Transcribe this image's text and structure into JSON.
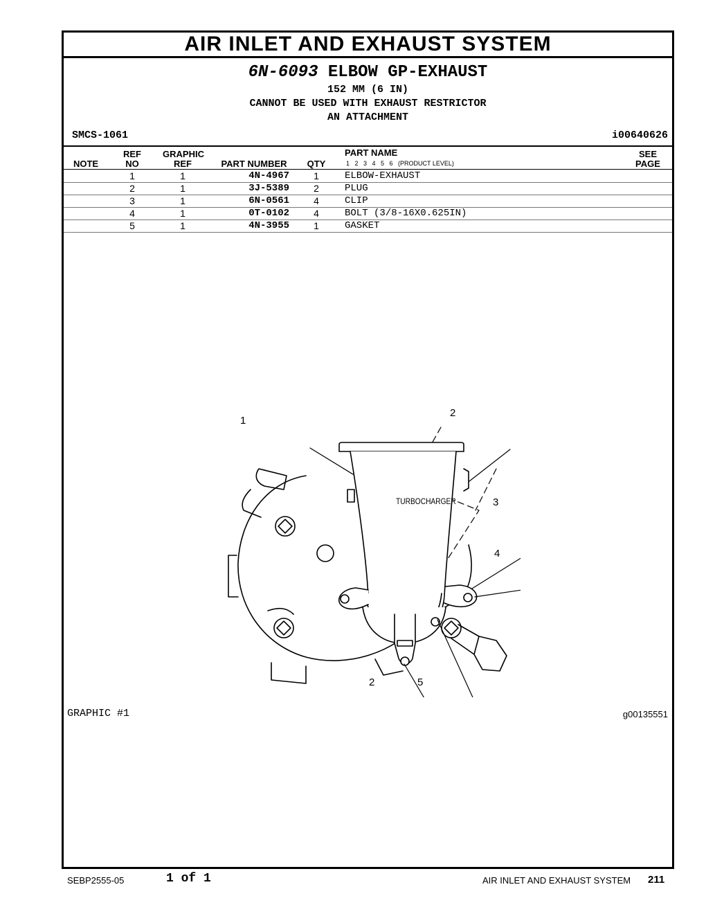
{
  "page_title": "AIR INLET AND EXHAUST SYSTEM",
  "group": {
    "part_number": "6N-6093",
    "name": "ELBOW GP-EXHAUST",
    "lines": [
      "152 MM (6 IN)",
      "CANNOT BE USED WITH EXHAUST RESTRICTOR",
      "AN ATTACHMENT"
    ]
  },
  "smcs": "SMCS-1061",
  "illustration_id": "i00640626",
  "table": {
    "headers": {
      "note": "NOTE",
      "ref_no_1": "REF",
      "ref_no_2": "NO",
      "graphic_ref_1": "GRAPHIC",
      "graphic_ref_2": "REF",
      "part_number": "PART NUMBER",
      "qty": "QTY",
      "part_name": "PART NAME",
      "product_levels": "1   2   3   4   5   6   (PRODUCT LEVEL)",
      "see_page_1": "SEE",
      "see_page_2": "PAGE"
    },
    "rows": [
      {
        "ref": "1",
        "graphic_ref": "1",
        "part_number": "4N-4967",
        "qty": "1",
        "name": "ELBOW-EXHAUST"
      },
      {
        "ref": "2",
        "graphic_ref": "1",
        "part_number": "3J-5389",
        "qty": "2",
        "name": "PLUG"
      },
      {
        "ref": "3",
        "graphic_ref": "1",
        "part_number": "6N-0561",
        "qty": "4",
        "name": "CLIP"
      },
      {
        "ref": "4",
        "graphic_ref": "1",
        "part_number": "0T-0102",
        "qty": "4",
        "name": "BOLT (3/8-16X0.625IN)"
      },
      {
        "ref": "5",
        "graphic_ref": "1",
        "part_number": "4N-3955",
        "qty": "1",
        "name": "GASKET"
      }
    ]
  },
  "graphic": {
    "caption": "GRAPHIC #1",
    "id": "g00135551",
    "label": "TURBOCHARGER",
    "callouts": [
      "1",
      "2",
      "3",
      "4",
      "2",
      "5"
    ]
  },
  "footer": {
    "doc": "SEBP2555-05",
    "pages": "1 of 1",
    "section": "AIR INLET AND EXHAUST SYSTEM",
    "page_number": "211"
  }
}
